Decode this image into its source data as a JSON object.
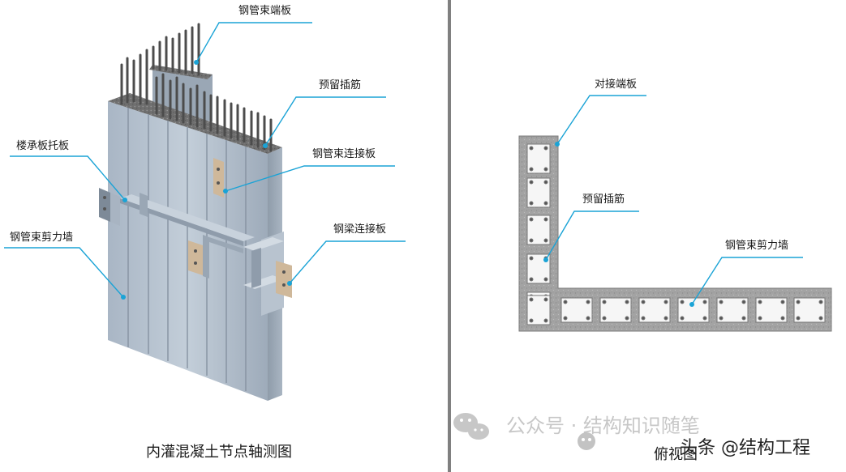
{
  "colors": {
    "leader": "#1aa3d6",
    "divider": "#808080",
    "steel": "#b5c1cf",
    "steel_dark": "#8e9aa8",
    "concrete": "#a7a7a7",
    "plate": "#f6f6f6"
  },
  "left_panel": {
    "labels": {
      "end_plate": "钢管束端板",
      "reserved_rebar": "预留插筋",
      "floor_bracket": "楼承板托板",
      "connecting_plate": "钢管束连接板",
      "shear_wall": "钢管束剪力墙",
      "beam_plate": "钢梁连接板"
    },
    "caption": "内灌混凝土节点轴测图"
  },
  "right_panel": {
    "labels": {
      "butt_plate": "对接端板",
      "reserved_rebar": "预留插筋",
      "shear_wall": "钢管束剪力墙"
    },
    "caption": "俯视图"
  },
  "watermarks": {
    "wechat_text": "公众号 · 结构知识随笔",
    "toutiao_text": "头条 @结构工程"
  }
}
